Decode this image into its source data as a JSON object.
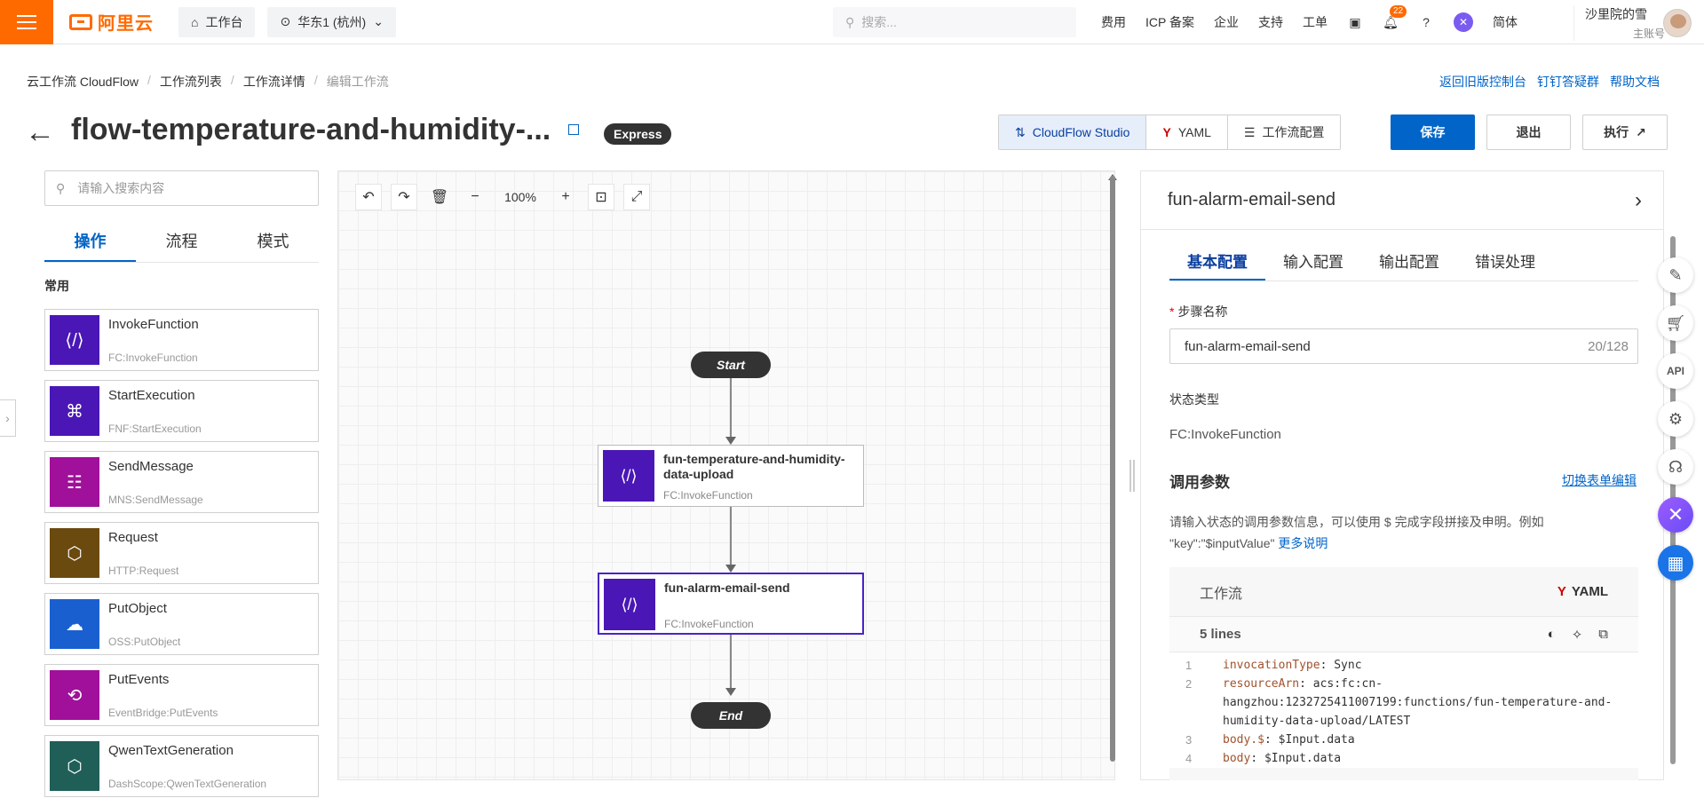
{
  "topbar": {
    "logo": "阿里云",
    "workbench": "工作台",
    "region": "华东1 (杭州)",
    "search_placeholder": "搜索...",
    "links": [
      "费用",
      "ICP 备案",
      "企业",
      "支持",
      "工单"
    ],
    "notification_count": "22",
    "lang": "简体",
    "user_name": "沙里院的雪",
    "user_role": "主账号"
  },
  "breadcrumb": {
    "items": [
      "云工作流 CloudFlow",
      "工作流列表",
      "工作流详情"
    ],
    "current": "编辑工作流",
    "right_links": [
      "返回旧版控制台",
      "钉钉答疑群",
      "帮助文档"
    ]
  },
  "header": {
    "title": "flow-temperature-and-humidity-...",
    "badge": "Express",
    "view_buttons": [
      "CloudFlow Studio",
      "YAML",
      "工作流配置"
    ],
    "save": "保存",
    "exit": "退出",
    "execute": "执行"
  },
  "left_panel": {
    "search_placeholder": "请输入搜索内容",
    "tabs": [
      "操作",
      "流程",
      "模式"
    ],
    "section": "常用",
    "items": [
      {
        "name": "InvokeFunction",
        "type": "FC:InvokeFunction",
        "color": "#4a17b6",
        "icon": "function-icon"
      },
      {
        "name": "StartExecution",
        "type": "FNF:StartExecution",
        "color": "#4a17b6",
        "icon": "flow-icon"
      },
      {
        "name": "SendMessage",
        "type": "MNS:SendMessage",
        "color": "#a0109a",
        "icon": "message-icon"
      },
      {
        "name": "Request",
        "type": "HTTP:Request",
        "color": "#6b4a0f",
        "icon": "cube-icon"
      },
      {
        "name": "PutObject",
        "type": "OSS:PutObject",
        "color": "#1a5fd0",
        "icon": "cloud-icon"
      },
      {
        "name": "PutEvents",
        "type": "EventBridge:PutEvents",
        "color": "#a0109a",
        "icon": "events-icon"
      },
      {
        "name": "QwenTextGeneration",
        "type": "DashScope:QwenTextGeneration",
        "color": "#1f5f57",
        "icon": "cube-icon"
      }
    ]
  },
  "canvas": {
    "zoom": "100%",
    "start": "Start",
    "end": "End",
    "nodes": [
      {
        "name": "fun-temperature-and-humidity-data-upload",
        "type": "FC:InvokeFunction"
      },
      {
        "name": "fun-alarm-email-send",
        "type": "FC:InvokeFunction"
      }
    ]
  },
  "right_panel": {
    "title": "fun-alarm-email-send",
    "tabs": [
      "基本配置",
      "输入配置",
      "输出配置",
      "错误处理"
    ],
    "step_name_label": "步骤名称",
    "step_name_value": "fun-alarm-email-send",
    "step_name_count": "20/128",
    "state_type_label": "状态类型",
    "state_type_value": "FC:InvokeFunction",
    "params_label": "调用参数",
    "switch_link": "切换表单编辑",
    "desc": "请输入状态的调用参数信息，可以使用 $ 完成字段拼接及申明。例如 \"key\":\"$inputValue\"",
    "more": "更多说明",
    "code_title": "工作流",
    "code_format": "YAML",
    "code_lines_count": "5 lines",
    "code": [
      {
        "no": "1",
        "key": "invocationType",
        "val": ": Sync"
      },
      {
        "no": "2",
        "key": "resourceArn",
        "val": ": acs:fc:cn-hangzhou:1232725411007199:functions/fun-temperature-and-humidity-data-upload/LATEST"
      },
      {
        "no": "3",
        "key": "body.$",
        "val": ": $Input.data"
      },
      {
        "no": "4",
        "key": "body",
        "val": ": $Input.data"
      }
    ]
  }
}
